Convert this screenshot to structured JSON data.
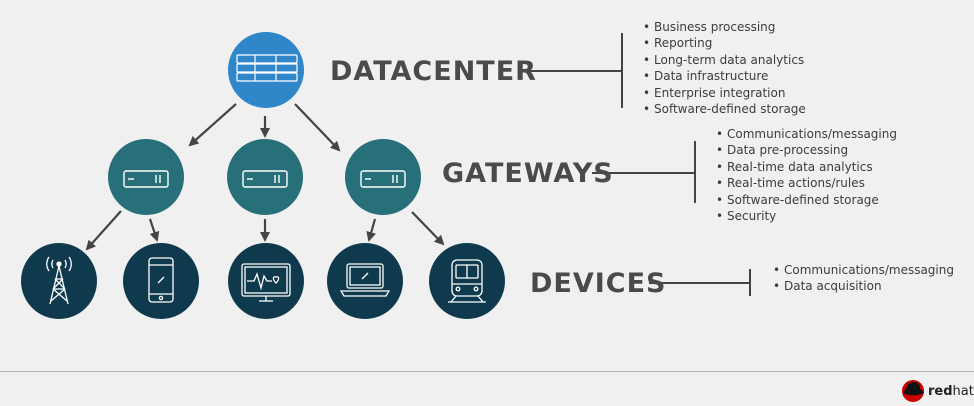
{
  "tiers": {
    "datacenter": {
      "label": "DATACENTER",
      "items": [
        "Business processing",
        "Reporting",
        "Long-term data analytics",
        "Data infrastructure",
        "Enterprise integration",
        "Software-defined storage"
      ]
    },
    "gateways": {
      "label": "GATEWAYS",
      "items": [
        "Communications/messaging",
        "Data pre-processing",
        "Real-time data analytics",
        "Real-time actions/rules",
        "Software-defined storage",
        "Security"
      ]
    },
    "devices": {
      "label": "DEVICES",
      "items": [
        "Communications/messaging",
        "Data acquisition"
      ]
    }
  },
  "brand": {
    "bold": "red",
    "rest": "hat"
  },
  "colors": {
    "datacenter_node": "#2f86c9",
    "gateway_node": "#276f79",
    "device_node": "#0f3a4d",
    "text": "#4a4a4a",
    "arrow": "#444444",
    "brand_red": "#cc0000"
  },
  "icons": [
    "server-rack-icon",
    "gateway-box-icon",
    "cell-tower-icon",
    "smartphone-icon",
    "heart-monitor-icon",
    "laptop-icon",
    "train-icon",
    "redhat-logo-icon"
  ]
}
